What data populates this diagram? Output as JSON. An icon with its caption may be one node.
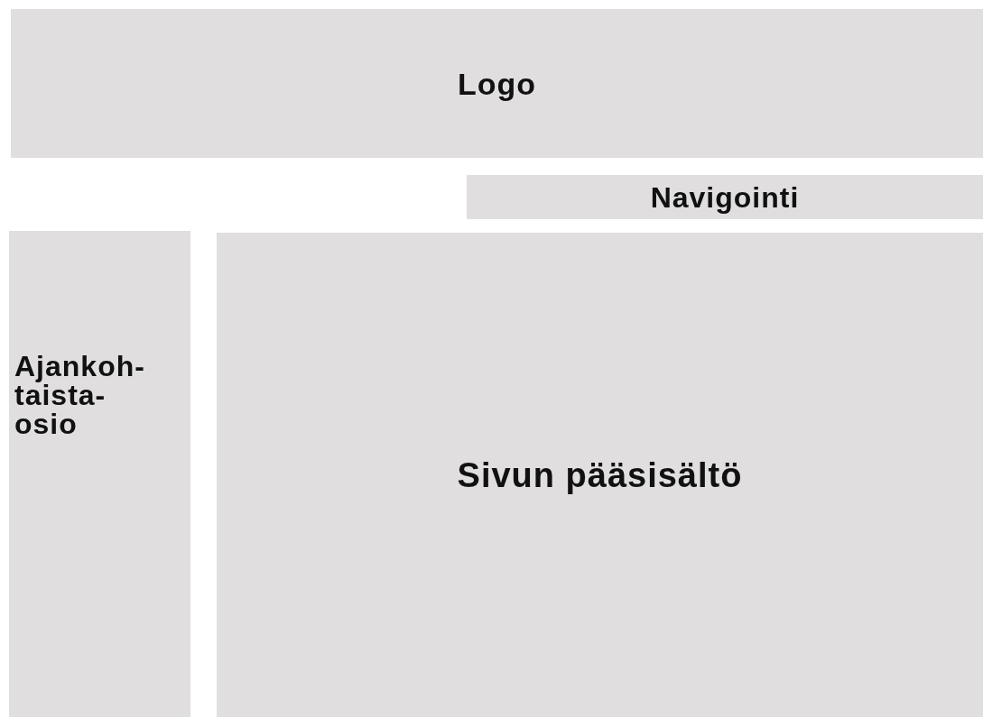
{
  "diagram": {
    "nodes": [
      {
        "text": [
          "Logo"
        ]
      },
      {
        "text": [
          "Navigointi"
        ]
      },
      {
        "text": [
          "Ajankoh- taista- osio"
        ]
      },
      {
        "text": [
          "Sivun pääsisältö"
        ]
      }
    ]
  }
}
